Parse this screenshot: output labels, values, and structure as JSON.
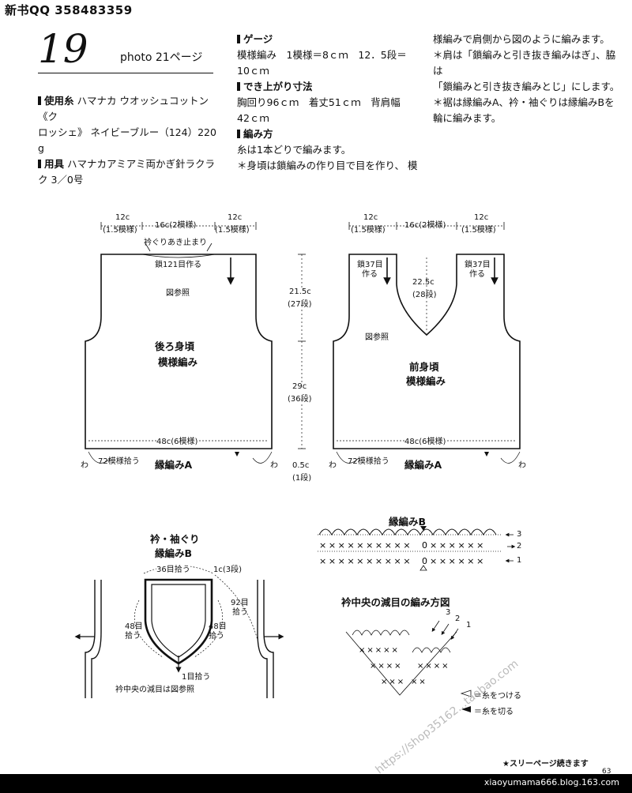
{
  "header": {
    "qq": "新书QQ 358483359",
    "pattern_number": "19",
    "photo_ref": "photo 21ページ"
  },
  "materials": {
    "yarn_heading": "使用糸",
    "yarn_line1": "ハマナカ ウオッシュコットン《ク",
    "yarn_line2": "ロッシェ》 ネイビーブルー（124）220",
    "yarn_line3": "g",
    "tool_heading": "用具",
    "tool_line1": "ハマナカアミアミ両かぎ針ラクラ",
    "tool_line2": "ク 3／0号"
  },
  "gauge": {
    "heading": "ゲージ",
    "line1": "模様編み　1模様＝8ｃｍ　12．5段＝",
    "line2": "10ｃｍ"
  },
  "size": {
    "heading": "でき上がり寸法",
    "line1": "胸回り96ｃｍ　着丈51ｃｍ　背肩幅",
    "line2": "42ｃｍ"
  },
  "method": {
    "heading": "編み方",
    "line1": "糸は1本どりで編みます。",
    "line2": "＊身頃は鎖編みの作り目で目を作り、 模",
    "line3": "様編みで肩側から図のように編みます。",
    "line4": "＊肩は「鎖編みと引き抜き編みはぎ」、脇は",
    "line5": "「鎖編みと引き抜き編みとじ」にします。",
    "line6": "＊裾は縁編みA、衿・袖ぐりは縁編みBを",
    "line7": "輪に編みます。"
  },
  "back": {
    "top_left": "12c",
    "top_left_sub": "(1.5模様)",
    "top_mid": "16c(2模様)",
    "top_right": "12c",
    "top_right_sub": "(1.5模様)",
    "neck_mark": "衿ぐりあき止まり",
    "chain": "鎖121目作る",
    "see_fig": "図参照",
    "title": "後ろ身頃",
    "stitch": "模様編み",
    "width": "48c(6模様)",
    "pick": "72模様拾う",
    "border": "縁編みA",
    "loop_left": "わ",
    "loop_right": "わ"
  },
  "center": {
    "h1": "21.5c",
    "h1_sub": "(27段)",
    "h2": "29c",
    "h2_sub": "(36段)",
    "h3": "0.5c",
    "h3_sub": "(1段)"
  },
  "front": {
    "top_left": "12c",
    "top_left_sub": "(1.5模様)",
    "top_mid": "16c(2模様)",
    "top_right": "12c",
    "top_right_sub": "(1.5模様)",
    "chain_left_1": "鎖37目",
    "chain_left_2": "作る",
    "chain_right_1": "鎖37目",
    "chain_right_2": "作る",
    "neck_depth": "22.5c",
    "neck_depth_sub": "(28段)",
    "see_fig": "図参照",
    "title": "前身頃",
    "stitch": "模様編み",
    "width": "48c(6模様)",
    "pick": "72模様拾う",
    "border": "縁編みA",
    "loop_left": "わ",
    "loop_right": "わ"
  },
  "edging": {
    "title": "衿・袖ぐり",
    "subtitle": "縁編みB",
    "neck_pick": "36目拾う",
    "row_note": "1c(3段)",
    "left_pick_1": "48目",
    "left_pick_2": "拾う",
    "right_pick_1": "48目",
    "right_pick_2": "拾う",
    "arm_pick_1": "92目",
    "arm_pick_2": "拾う",
    "center_pick": "1目拾う",
    "center_note": "衿中央の減目は図参照"
  },
  "chart_b": {
    "title": "縁編みB",
    "row3": "3",
    "row2": "2",
    "row1": "1"
  },
  "dec_chart": {
    "title": "衿中央の減目の編み方図",
    "n1": "1",
    "n2": "2",
    "n3": "3",
    "legend_attach": "＝糸をつける",
    "legend_cut": "＝糸を切る"
  },
  "footer": {
    "page": "63",
    "note": "★スリーページ続きます",
    "site": "xiaoyumama666.blog.163.com",
    "watermark": "https://shop35162...taobao.com"
  }
}
